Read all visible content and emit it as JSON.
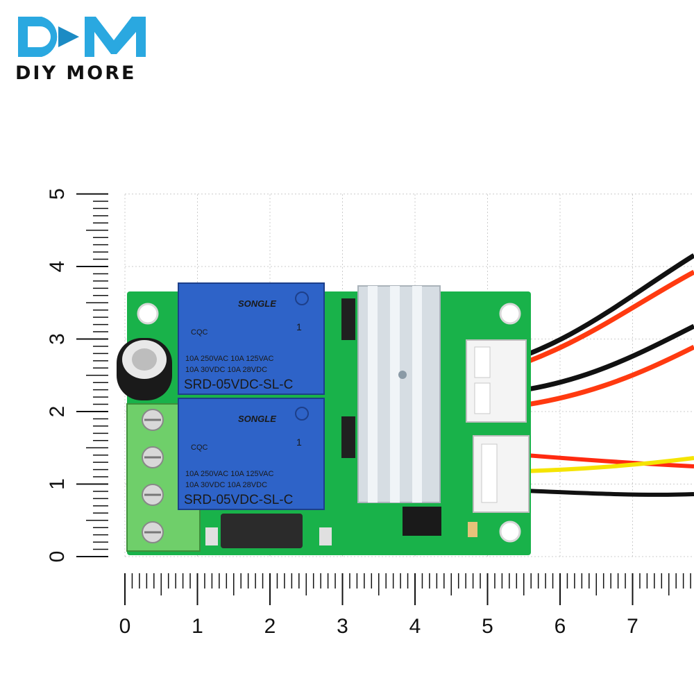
{
  "brand": {
    "logo_letters": "DM",
    "name": "DIY MORE",
    "watermark": "DIY MORE",
    "primary_color": "#2aa8e0",
    "accent_color": "#1c8bc4"
  },
  "ruler": {
    "unit_labels_x": [
      "0",
      "1",
      "2",
      "3",
      "4",
      "5",
      "6",
      "7"
    ],
    "unit_labels_y": [
      "0",
      "1",
      "2",
      "3",
      "4",
      "5"
    ]
  },
  "board": {
    "color": "#19b24a",
    "relays": [
      {
        "brand": "SONGLE",
        "rating_1": "10A 250VAC  10A 125VAC",
        "rating_2": "10A  30VDC  10A  28VDC",
        "model": "SRD-05VDC-SL-C",
        "mark": "1",
        "cert": "CQC",
        "color": "#2e63c8"
      },
      {
        "brand": "SONGLE",
        "rating_1": "10A 250VAC  10A 125VAC",
        "rating_2": "10A  30VDC  10A  28VDC",
        "model": "SRD-05VDC-SL-C",
        "mark": "1",
        "cert": "CQC",
        "color": "#2e63c8"
      }
    ],
    "terminal_count": 4,
    "wire_colors_top": [
      "#111111",
      "#ff3a10",
      "#111111",
      "#ff3a10"
    ],
    "wire_colors_bottom": [
      "#ff2a10",
      "#f5e400",
      "#111111"
    ]
  }
}
